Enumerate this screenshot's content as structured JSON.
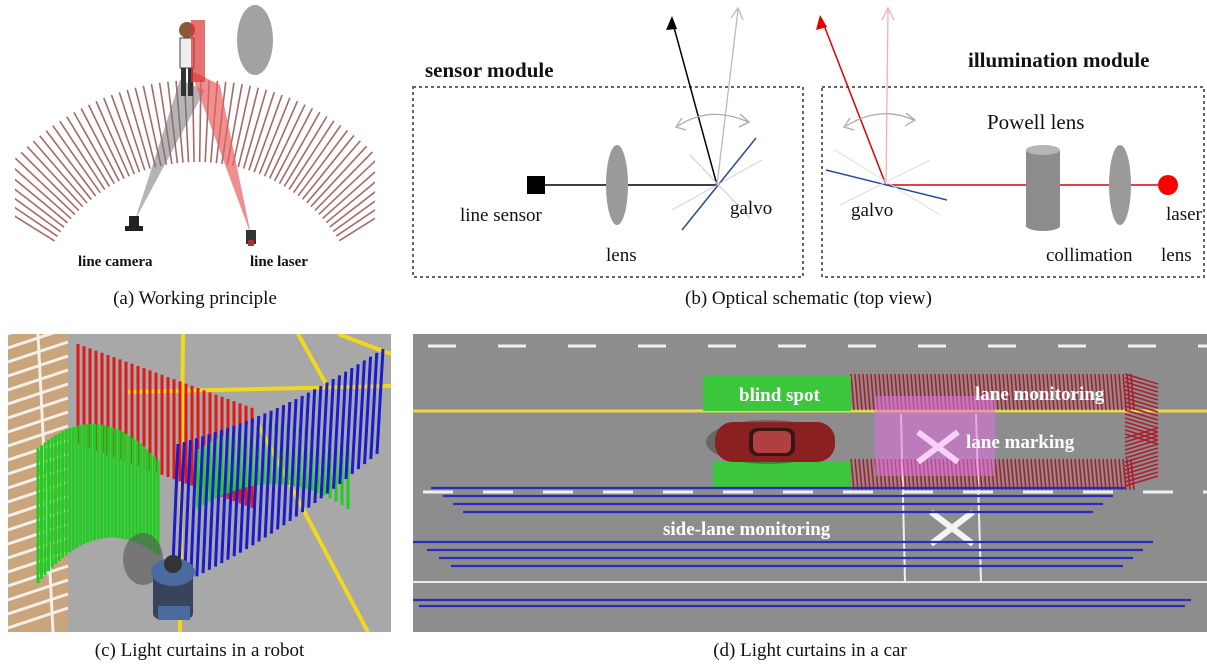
{
  "panel_a": {
    "caption": "(a) Working principle",
    "camera_label": "line camera",
    "laser_label": "line laser"
  },
  "panel_b": {
    "caption": "(b) Optical schematic (top view)",
    "sensor_module_title": "sensor module",
    "illumination_module_title": "illumination module",
    "line_sensor_label": "line sensor",
    "lens_label": "lens",
    "galvo_left_label": "galvo",
    "galvo_right_label": "galvo",
    "powell_label": "Powell lens",
    "laser_label": "laser",
    "collimation_label": "collimation",
    "lens_right_label": "lens",
    "colors": {
      "sensor_beam": "#000000",
      "laser_beam": "#e00000",
      "galvo": "#2a4d9a",
      "optics": "#9a9a9a"
    }
  },
  "panel_c": {
    "caption": "(c) Light curtains in a robot",
    "colors": {
      "red": "#e01818",
      "green": "#22cc22",
      "blue": "#1a1ad0",
      "lane": "#f2d81c"
    }
  },
  "panel_d": {
    "caption": "(d) Light curtains in a car",
    "blind_spot_label": "blind spot",
    "lane_monitoring_label": "lane monitoring",
    "lane_marking_label": "lane marking",
    "side_lane_label": "side-lane monitoring",
    "colors": {
      "red": "#b01c2c",
      "green": "#33cc33",
      "blue": "#2b2bc0",
      "magenta": "#e070e0",
      "road": "#8c8c8c"
    }
  }
}
